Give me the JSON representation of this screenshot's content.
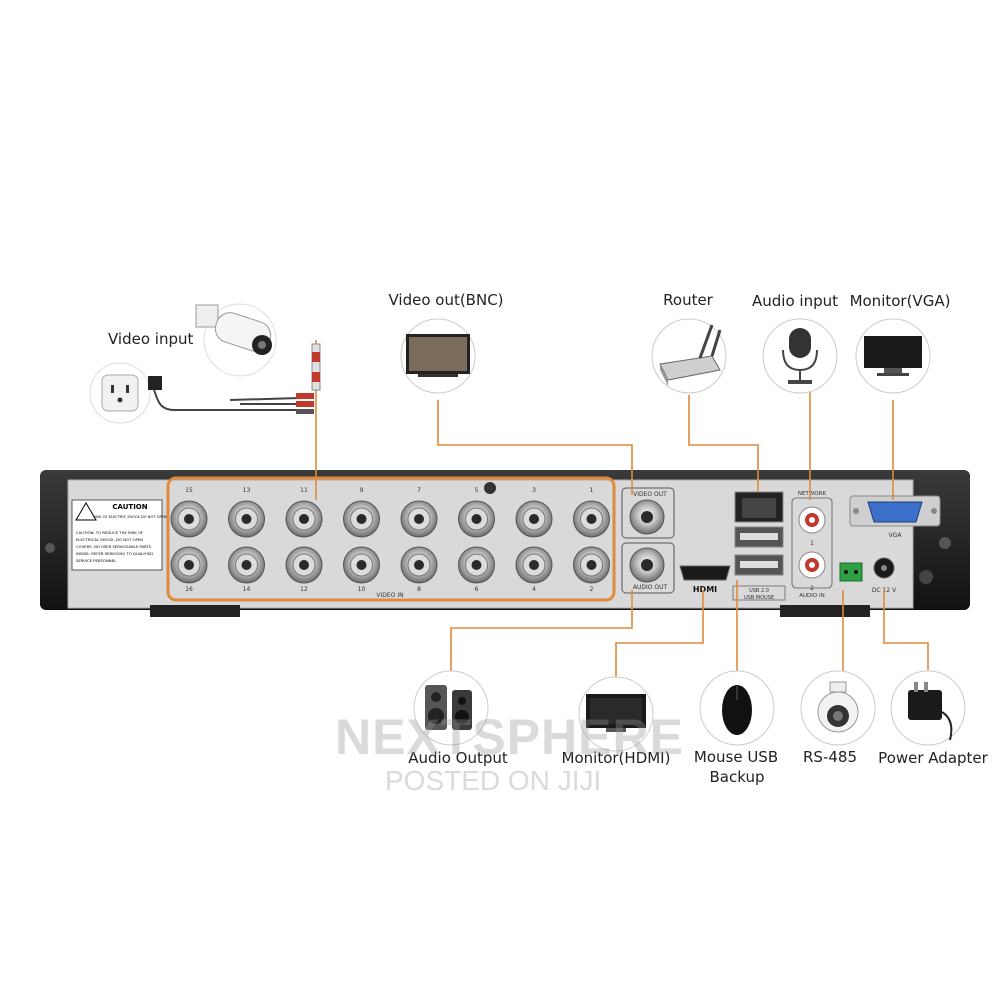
{
  "labels": {
    "video_input": "Video input",
    "video_out_bnc": "Video out(BNC)",
    "router": "Router",
    "audio_input": "Audio input",
    "monitor_vga": "Monitor(VGA)",
    "audio_output": "Audio Output",
    "monitor_hdmi": "Monitor(HDMI)",
    "mouse_usb_line1": "Mouse USB",
    "mouse_usb_line2": "Backup",
    "rs485": "RS-485",
    "power_adapter": "Power Adapter"
  },
  "panel": {
    "caution_title": "CAUTION",
    "caution_sub": "RISK OF ELECTRIC SHOCK DO NOT OPEN",
    "caution_text": [
      "CAUTION: TO REDUCE THE RISK OF",
      "ELECTRICAL SHOCK, DO NOT OPEN",
      "COVERS. NO USER SERVICEABLE PARTS",
      "INSIDE. REFER SERVICING TO QUALIFIED",
      "SERVICE PERSONNEL"
    ],
    "video_in": "VIDEO IN",
    "video_out": "VIDEO OUT",
    "audio_out": "AUDIO OUT",
    "hdmi": "HDMI",
    "network": "NETWORK",
    "usb": "USB 2.0",
    "usb_mouse": "USB MOUSE",
    "audio_in": "AUDIO IN",
    "vga": "VGA",
    "dc": "DC 12 V",
    "top_numbers": [
      "15",
      "13",
      "11",
      "9",
      "7",
      "5",
      "3",
      "1"
    ],
    "bottom_numbers": [
      "16",
      "14",
      "12",
      "10",
      "8",
      "6",
      "4",
      "2"
    ]
  },
  "watermark": {
    "line1": "NEXTSPHERE",
    "line2": "POSTED ON JIJI"
  },
  "colors": {
    "accent": "#e08a3c",
    "panel": "#d9d9d9",
    "chassis": "#1e1e1e"
  }
}
